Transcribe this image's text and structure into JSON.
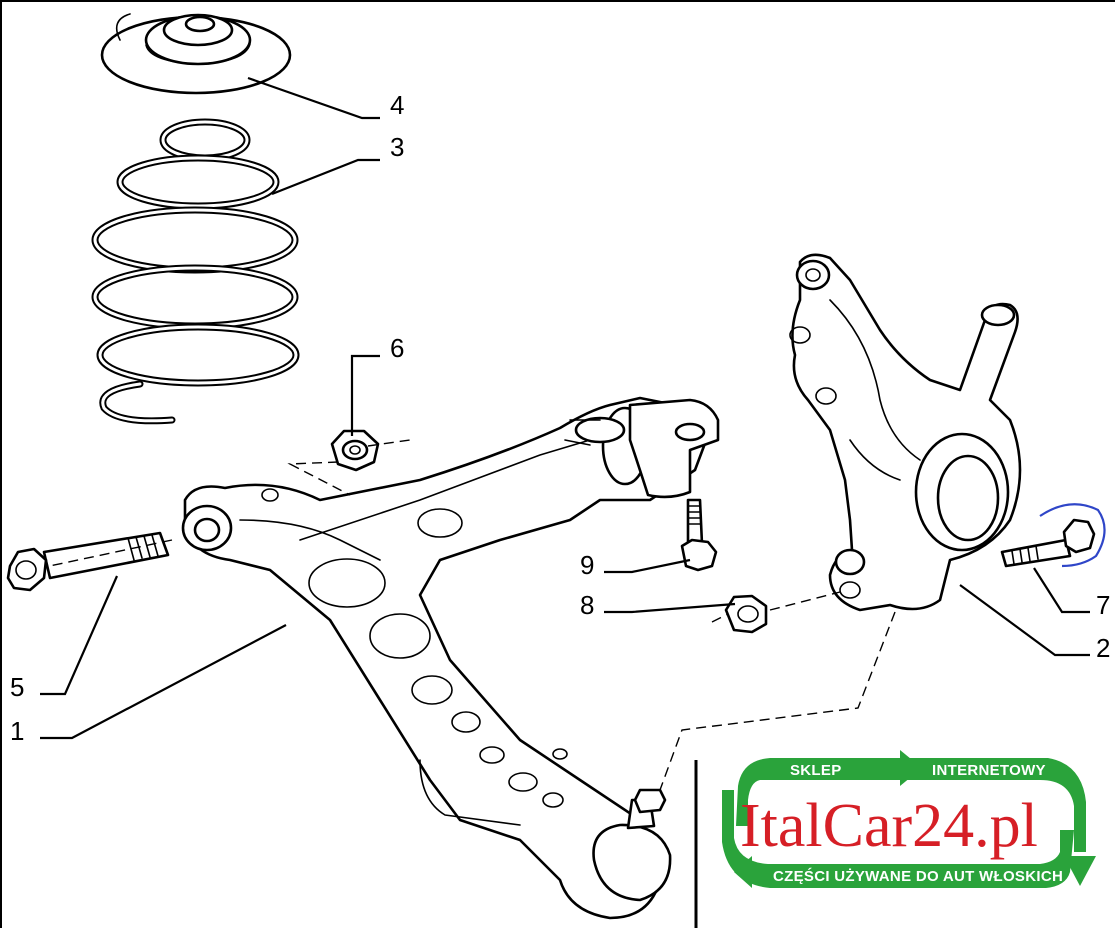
{
  "diagram": {
    "callouts": [
      {
        "id": "1",
        "part": "lower-control-arm"
      },
      {
        "id": "2",
        "part": "steering-knuckle"
      },
      {
        "id": "3",
        "part": "coil-spring"
      },
      {
        "id": "4",
        "part": "spring-seat"
      },
      {
        "id": "5",
        "part": "arm-bolt"
      },
      {
        "id": "6",
        "part": "arm-nut"
      },
      {
        "id": "7",
        "part": "knuckle-bolt"
      },
      {
        "id": "8",
        "part": "knuckle-nut"
      },
      {
        "id": "9",
        "part": "bushing-bolt"
      }
    ]
  },
  "logo": {
    "brand": "ItalCar24.pl",
    "top_left": "SKLEP",
    "top_right": "INTERNETOWY",
    "bottom": "CZĘŚCI UŻYWANE DO AUT WŁOSKICH",
    "brand_color": "#d61f26",
    "arrow_color": "#2aa33b"
  }
}
